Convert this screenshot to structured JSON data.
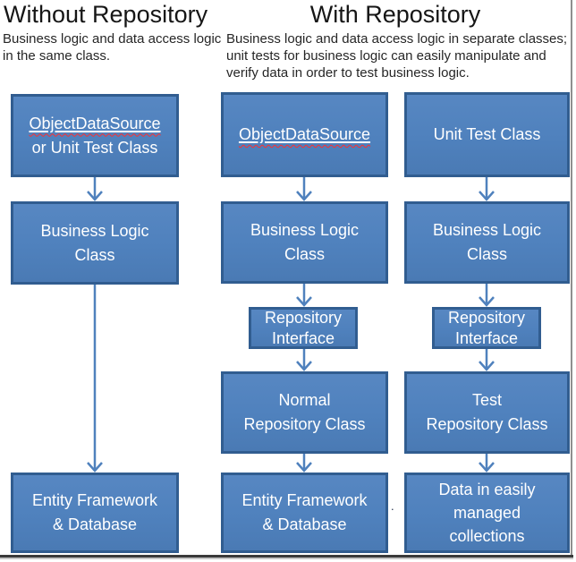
{
  "without_section": {
    "title": "Without Repository",
    "description": [
      "Business logic and data access logic",
      "in the same class."
    ],
    "boxes": {
      "datasource": {
        "underlined": "ObjectDataSource",
        "line2": "or Unit Test Class"
      },
      "business_logic": {
        "line1": "Business Logic",
        "line2": "Class"
      },
      "entity_framework": {
        "line1": "Entity Framework",
        "line2": "& Database"
      }
    }
  },
  "with_section": {
    "title": "With Repository",
    "description": [
      "Business logic and data access logic in separate classes;",
      "unit tests for business logic can easily manipulate and",
      "verify data in order to test business logic."
    ],
    "normal_column": {
      "datasource": {
        "underlined": "ObjectDataSource"
      },
      "business_logic": {
        "line1": "Business Logic",
        "line2": "Class"
      },
      "repository_interface": {
        "line1": "Repository",
        "line2": "Interface"
      },
      "repository": {
        "line1": "Normal",
        "line2": "Repository Class"
      },
      "entity_framework": {
        "line1": "Entity Framework",
        "line2": "& Database"
      }
    },
    "test_column": {
      "unit_test": {
        "line1": "Unit Test Class"
      },
      "business_logic": {
        "line1": "Business Logic",
        "line2": "Class"
      },
      "repository_interface": {
        "line1": "Repository",
        "line2": "Interface"
      },
      "repository": {
        "line1": "Test",
        "line2": "Repository Class"
      },
      "data_collections": {
        "line1": "Data in easily",
        "line2": "managed",
        "line3": "collections"
      }
    }
  },
  "stray_mark": ".",
  "colors": {
    "box_fill": "#4f81bd",
    "box_border": "#315d90",
    "arrow": "#4f81bd",
    "box_text": "#ffffff",
    "title_text": "#161616",
    "spellcheck_underline": "#ff2f2f",
    "frame_right": "#8f8f8f",
    "frame_bottom": "#3a3a3a"
  }
}
